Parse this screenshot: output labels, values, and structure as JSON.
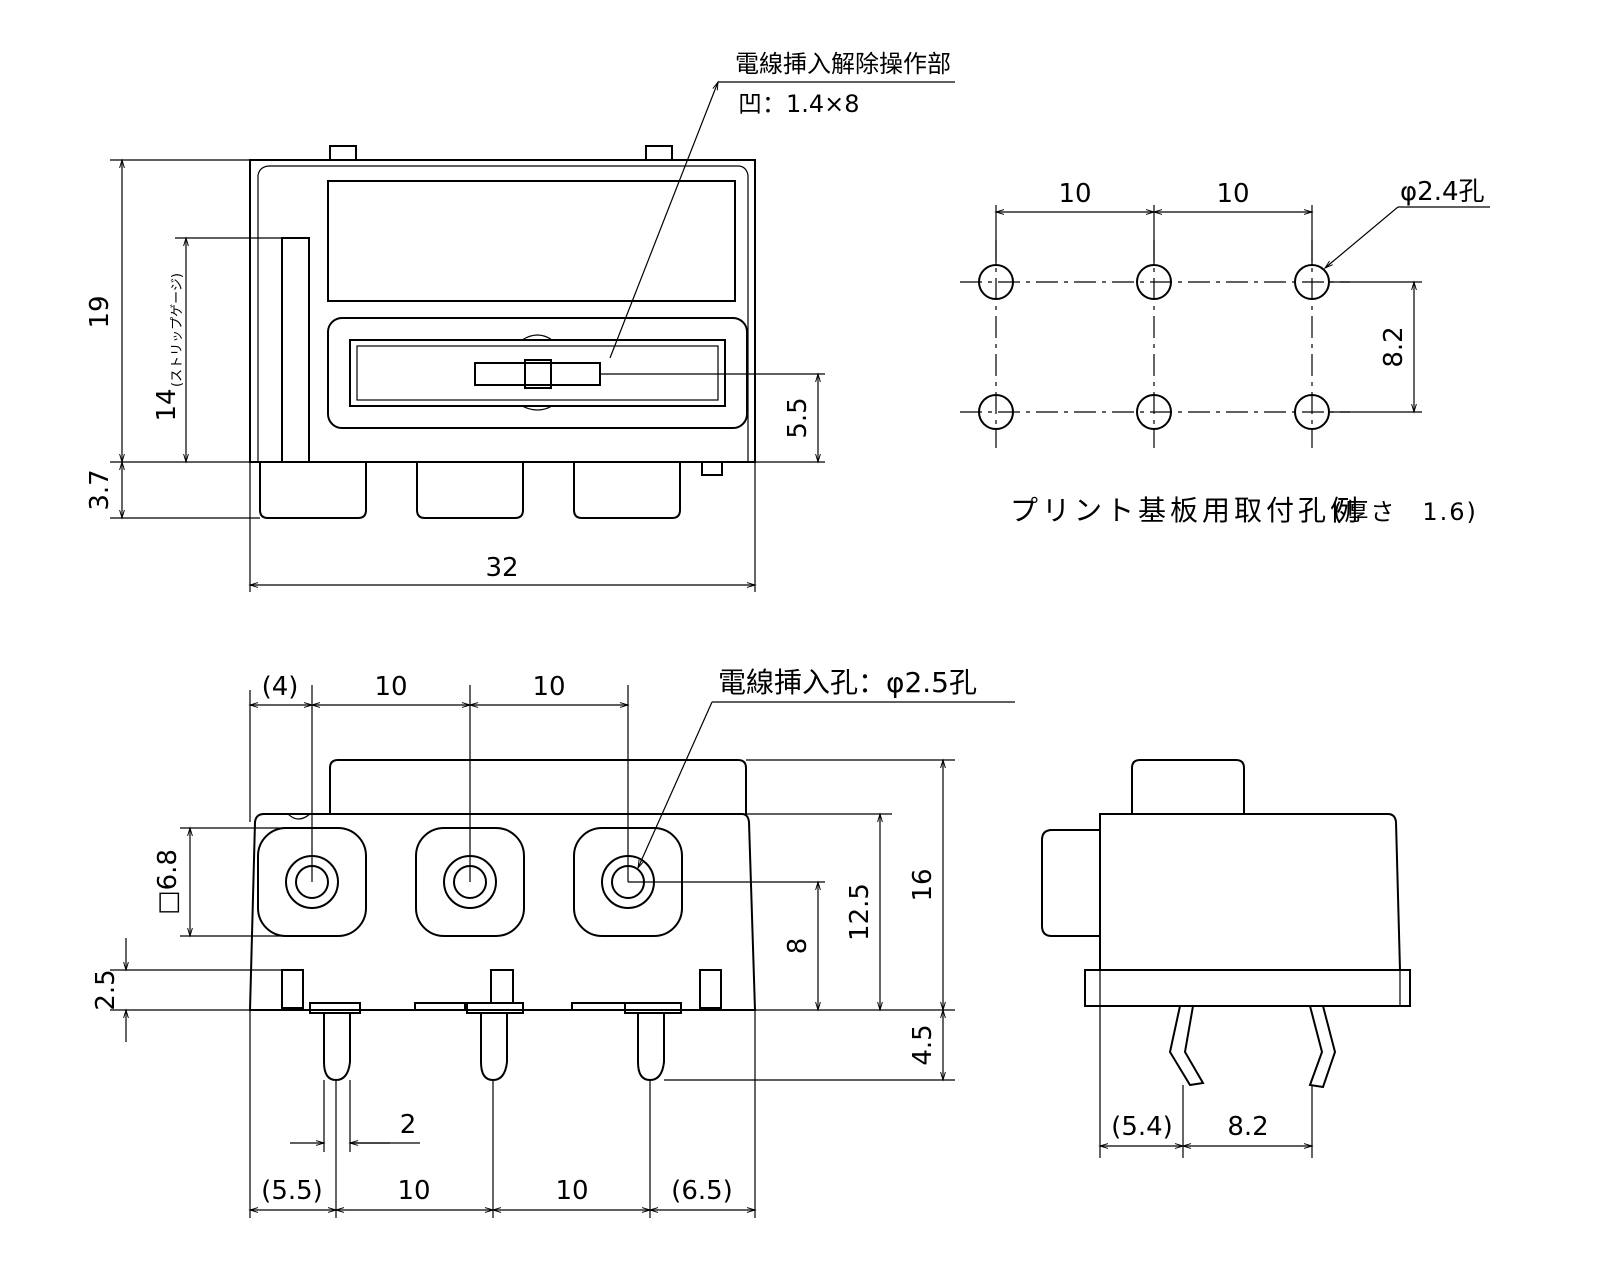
{
  "top_view": {
    "release_label": "電線挿入解除操作部",
    "release_spec": "凹：1.4×8",
    "dim_height": "19",
    "dim_strip": "14",
    "dim_strip_note": "(ストリップゲージ)",
    "dim_bottom": "3.7",
    "dim_width": "32",
    "dim_release_h": "5.5"
  },
  "pcb_layout": {
    "pitch_1": "10",
    "pitch_2": "10",
    "hole_label": "φ2.4孔",
    "row_pitch": "8.2",
    "caption": "プリント基板用取付孔例",
    "caption_note": "(厚さ　1.6)"
  },
  "front_view": {
    "dim_left_offset": "(4)",
    "pitch_1": "10",
    "pitch_2": "10",
    "wire_hole_label": "電線挿入孔：φ2.5孔",
    "dim_square": "□6.8",
    "dim_2_5": "2.5",
    "dim_hole_h": "8",
    "dim_body_h": "12.5",
    "dim_total_h": "16",
    "dim_pin_len": "4.5",
    "dim_pin_w": "2",
    "dim_bottom_left": "(5.5)",
    "dim_bottom_p1": "10",
    "dim_bottom_p2": "10",
    "dim_bottom_right": "(6.5)"
  },
  "side_view": {
    "dim_left": "(5.4)",
    "dim_pitch": "8.2"
  }
}
